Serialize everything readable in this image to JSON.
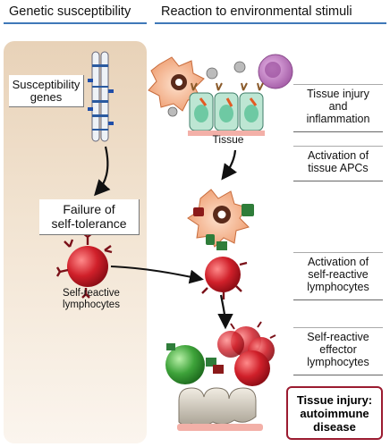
{
  "headers": {
    "left": "Genetic susceptibility",
    "right": "Reaction to environmental stimuli"
  },
  "left_panel": {
    "susceptibility_genes": "Susceptibility genes",
    "failure_line1": "Failure of",
    "failure_line2": "self-tolerance",
    "self_reactive_line1": "Self-reactive",
    "self_reactive_line2": "lymphocytes"
  },
  "right_panel": {
    "tissue_label": "Tissue",
    "step1_line1": "Tissue injury",
    "step1_line2": "and",
    "step1_line3": "inflammation",
    "step2_line1": "Activation of",
    "step2_line2": "tissue APCs",
    "step3_line1": "Activation of",
    "step3_line2": "self-reactive",
    "step3_line3": "lymphocytes",
    "step4_line1": "Self-reactive",
    "step4_line2": "effector",
    "step4_line3": "lymphocytes",
    "outcome_line1": "Tissue injury:",
    "outcome_line2": "autoimmune",
    "outcome_line3": "disease"
  },
  "colors": {
    "header_rule": "#3f78b8",
    "outcome_border": "#9b1b30",
    "lymphocyte_red": "#d0202a",
    "lymphocyte_green": "#3ea33a",
    "apc_orange": "#f0a47a"
  }
}
